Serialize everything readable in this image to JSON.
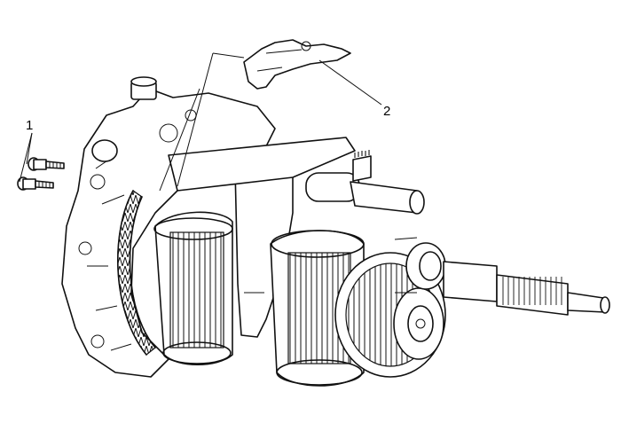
{
  "figure": {
    "callouts": [
      {
        "id": "1",
        "label": "1"
      },
      {
        "id": "2",
        "label": "2"
      }
    ],
    "line_color": "#111111",
    "background": "#ffffff"
  }
}
